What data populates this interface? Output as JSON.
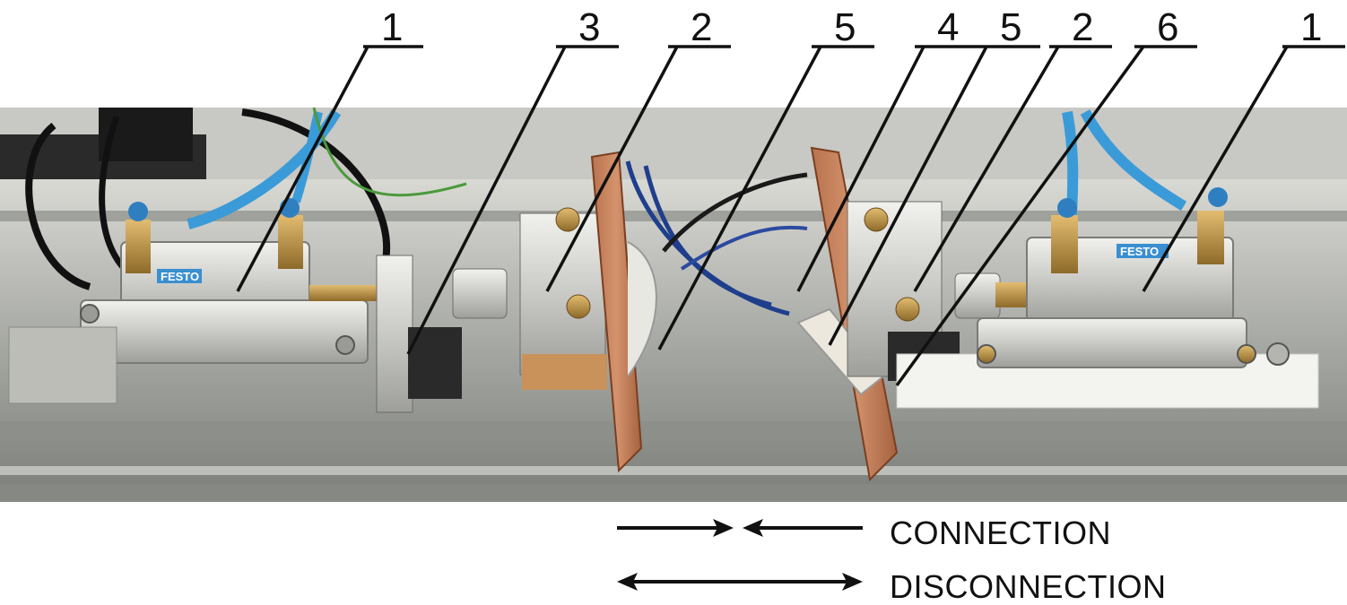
{
  "callouts": [
    {
      "id": "c1a",
      "label": "1"
    },
    {
      "id": "c3",
      "label": "3"
    },
    {
      "id": "c2a",
      "label": "2"
    },
    {
      "id": "c5a",
      "label": "5"
    },
    {
      "id": "c4",
      "label": "4"
    },
    {
      "id": "c5b",
      "label": "5"
    },
    {
      "id": "c2b",
      "label": "2"
    },
    {
      "id": "c6",
      "label": "6"
    },
    {
      "id": "c1b",
      "label": "1"
    }
  ],
  "legend": {
    "connection": "CONNECTION",
    "disconnection": "DISCONNECTION"
  },
  "brand_marks": [
    "FESTO",
    "FESTO"
  ]
}
